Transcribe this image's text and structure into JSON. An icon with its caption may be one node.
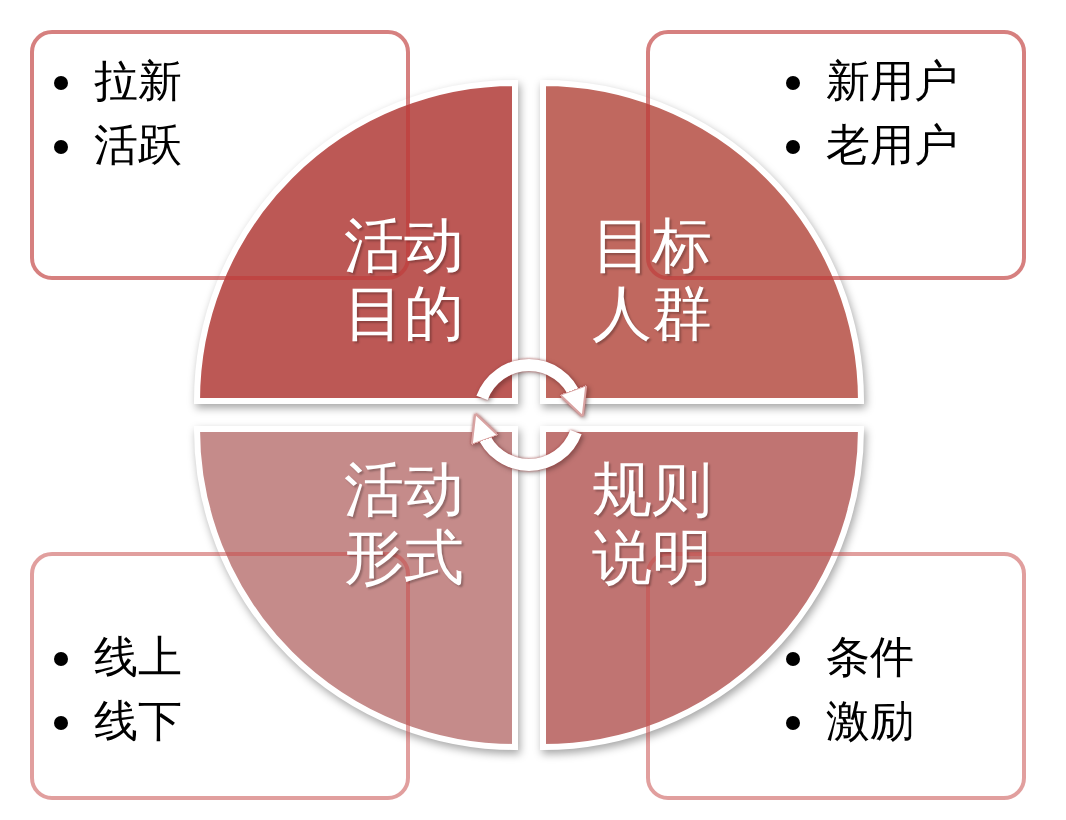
{
  "diagram": {
    "nodes": [
      {
        "text": [
          "拉新",
          "活跃"
        ]
      },
      {
        "text": [
          "新用户",
          "老用户"
        ]
      },
      {
        "text": [
          "活动目的"
        ]
      },
      {
        "text": [
          "目标人群"
        ]
      },
      {
        "text": [
          "活动形式"
        ]
      },
      {
        "text": [
          "规则说明"
        ]
      },
      {
        "text": [
          "线上",
          "线下"
        ]
      },
      {
        "text": [
          "条件",
          "激励"
        ]
      }
    ],
    "edges": [
      {
        "from": 2,
        "to": 3,
        "arrow": "to"
      },
      {
        "from": 5,
        "to": 4,
        "arrow": "to"
      }
    ]
  }
}
